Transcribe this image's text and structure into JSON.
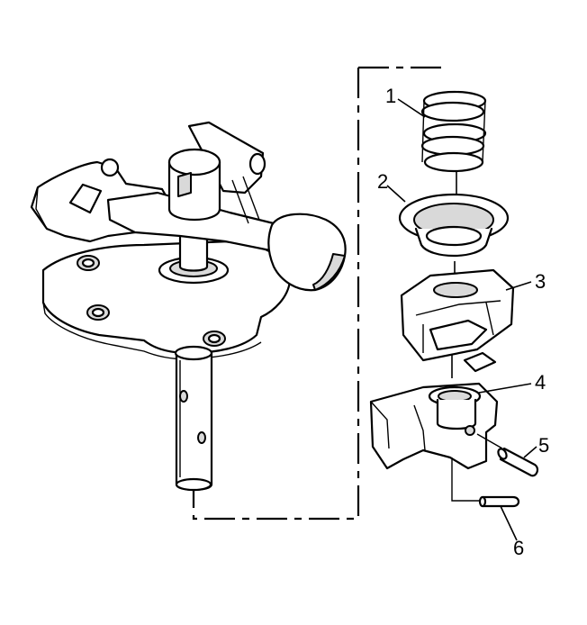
{
  "labels": [
    {
      "id": "1",
      "text": "1"
    },
    {
      "id": "2",
      "text": "2"
    },
    {
      "id": "3",
      "text": "3"
    },
    {
      "id": "4",
      "text": "4"
    },
    {
      "id": "5",
      "text": "5"
    },
    {
      "id": "6",
      "text": "6"
    }
  ],
  "colors": {
    "line": "#000000",
    "fill": "#ffffff",
    "shade": "#d9d9d9"
  }
}
